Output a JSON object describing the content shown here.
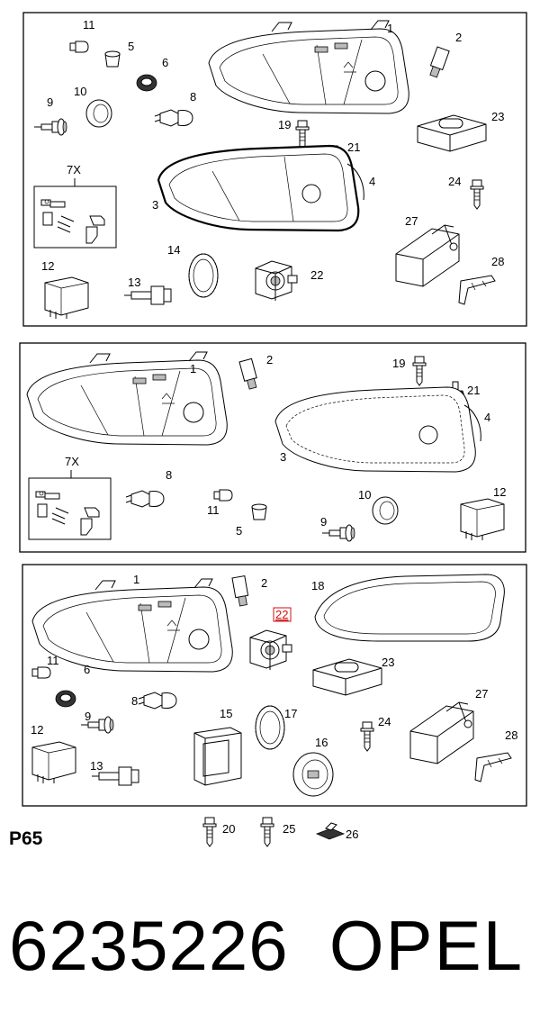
{
  "page_code": "P65",
  "part_number": "6235226",
  "brand": "OPEL",
  "highlight_color": "#d01010",
  "panels": [
    {
      "labels": [
        "11",
        "5",
        "6",
        "1",
        "2",
        "9",
        "10",
        "8",
        "23",
        "19",
        "21",
        "7X",
        "3",
        "4",
        "24",
        "27",
        "14",
        "12",
        "22",
        "13",
        "28"
      ]
    },
    {
      "labels": [
        "1",
        "2",
        "19",
        "21",
        "4",
        "3",
        "7X",
        "8",
        "10",
        "12",
        "11",
        "5",
        "9"
      ]
    },
    {
      "labels": [
        "1",
        "2",
        "18",
        "22",
        "11",
        "6",
        "23",
        "8",
        "27",
        "9",
        "15",
        "17",
        "24",
        "12",
        "16",
        "28",
        "13"
      ],
      "highlighted": "22"
    }
  ],
  "bottom_labels": [
    "20",
    "25",
    "26"
  ]
}
